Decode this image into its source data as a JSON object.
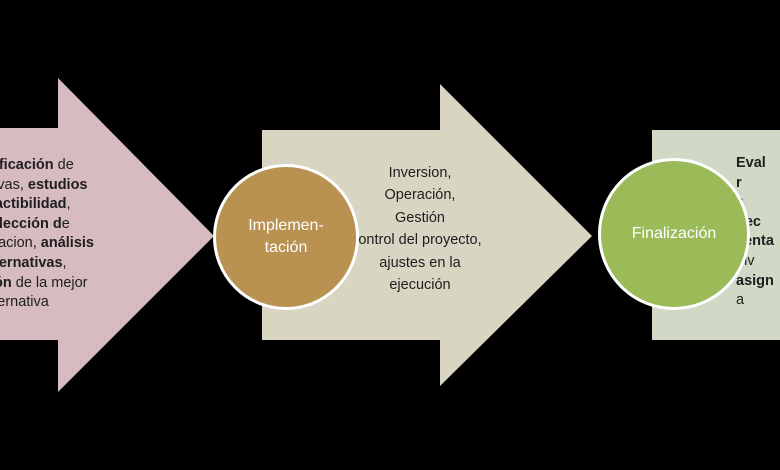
{
  "colors": {
    "background": "#000000",
    "arrow1": "#d6bbc0",
    "arrow2": "#d8d5c3",
    "arrow3": "#d1d9c6",
    "circle1": "#b99151",
    "circle2": "#9bbb59"
  },
  "stages": [
    {
      "title": "",
      "lines": [
        [
          {
            "t": "tificación",
            "b": true
          },
          {
            "t": " de",
            "b": false
          }
        ],
        [
          {
            "t": "tivas,  ",
            "b": false
          },
          {
            "t": "estudios",
            "b": true
          }
        ],
        [
          {
            "t": "factibilidad",
            "b": true
          },
          {
            "t": ",",
            "b": false
          }
        ],
        [
          {
            "t": "olección d",
            "b": true
          },
          {
            "t": "e",
            "b": false
          }
        ],
        [
          {
            "t": "nacion, ",
            "b": false
          },
          {
            "t": "análisis",
            "b": true
          }
        ],
        [
          {
            "t": "lternativas",
            "b": true
          },
          {
            "t": ",",
            "b": false
          }
        ],
        [
          {
            "t": "ión",
            "b": true
          },
          {
            "t": " de la mejor",
            "b": false
          }
        ],
        [
          {
            "t": "lternativa",
            "b": false
          }
        ]
      ]
    },
    {
      "title": "Implemen-tación",
      "title_lines": [
        "Implemen-",
        "tación"
      ],
      "lines": [
        [
          {
            "t": "Inversion,",
            "b": false
          }
        ],
        [
          {
            "t": "Operación,",
            "b": false
          }
        ],
        [
          {
            "t": "Gestión",
            "b": false
          }
        ],
        [
          {
            "t": "ontrol del proyecto,",
            "b": false
          }
        ],
        [
          {
            "t": "ajustes en la",
            "b": false
          }
        ],
        [
          {
            "t": "ejecución",
            "b": false
          }
        ]
      ]
    },
    {
      "title": "Finalización",
      "title_lines": [
        "Finalización"
      ],
      "lines": [
        [
          {
            "t": "Eval",
            "b": true
          }
        ],
        [
          {
            "t": "r",
            "b": true
          }
        ],
        [
          {
            "t": "c",
            "b": false
          }
        ],
        [
          {
            "t": "dec",
            "b": true
          }
        ],
        [
          {
            "t": "venta",
            "b": true
          }
        ],
        [
          {
            "t": "inv",
            "b": false
          }
        ],
        [
          {
            "t": "asign",
            "b": true
          }
        ],
        [
          {
            "t": "a",
            "b": false
          }
        ]
      ]
    }
  ]
}
